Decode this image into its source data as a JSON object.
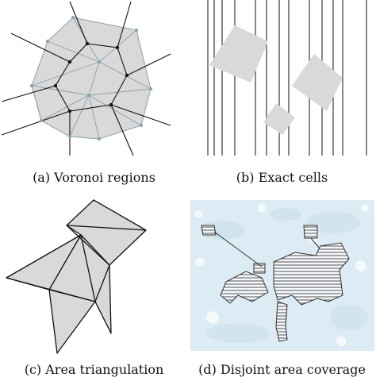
{
  "figure": {
    "captions": {
      "a": "(a) Voronoi regions",
      "b": "(b) Exact cells",
      "c": "(c) Area triangulation",
      "d": "(d) Disjoint area coverage"
    }
  },
  "colors": {
    "region_fill": "#d9d9d9",
    "edge": "#111111",
    "triangulation_edge": "#8aa0a8",
    "map_background": "#dcebf4",
    "map_water": "#cfe3ef"
  }
}
